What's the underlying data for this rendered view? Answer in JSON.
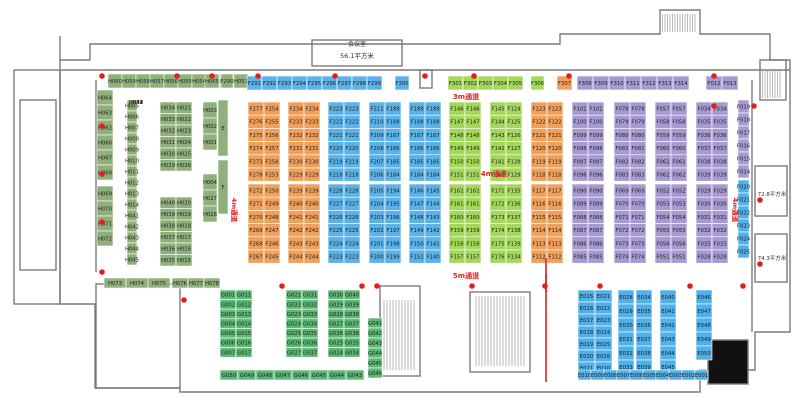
{
  "colors": {
    "H": "#8fb07a",
    "G": "#5cb875",
    "F_orange": "#f0a05a",
    "F_blue": "#5bb2e8",
    "F_green": "#a4d85a",
    "F_purple": "#a79ad2",
    "E": "#4fb0ea",
    "wall": "#7a7a7a",
    "dot": "#e02020",
    "label": "#e02020"
  },
  "labels": {
    "meeting_room": "会议室",
    "meeting_room_area": "56.1平方米",
    "aisle_3m": "3m通道",
    "aisle_4m": "4m通道",
    "aisle_5m": "5m通道",
    "aisle_4m_v1": "4m通道",
    "aisle_4m_v2": "4m通道",
    "area_right_top": "72.8平方米",
    "area_right_mid": "74.3平方米"
  },
  "booth_rows": {
    "h_top": [
      "H060",
      "H059",
      "H058",
      "H057",
      "H056",
      "H055",
      "H054",
      "H053",
      "H052",
      "H051"
    ],
    "h_left": [
      "H064",
      "H063",
      "H062",
      "H066",
      "H067",
      "H068",
      "H069",
      "H070",
      "H071",
      "H072"
    ],
    "h_col1": [
      "H005",
      "H006",
      "H007",
      "H008",
      "H009",
      "H010",
      "H011",
      "H012",
      "H013",
      "H014",
      "H041",
      "H042",
      "H043",
      "H044",
      "H045"
    ],
    "h_col2": [
      "H034",
      "H033",
      "H032",
      "H031",
      "H030",
      "H029",
      "H040",
      "H039",
      "H038",
      "H037",
      "H036",
      "H035"
    ],
    "h_col3": [
      "H021",
      "H022",
      "H023",
      "H024",
      "H025",
      "H026",
      "H020",
      "H019",
      "H018",
      "H017",
      "H016",
      "H015"
    ],
    "h_col4": [
      "H003",
      "H002",
      "H001",
      "H004",
      "H027",
      "H028"
    ],
    "h_bottom": [
      "H073",
      "H074",
      "H075",
      "H076",
      "H077",
      "H078"
    ],
    "f_top_blue": [
      "F291",
      "F292",
      "F293",
      "F294",
      "F295",
      "F296",
      "F297",
      "F298",
      "F299"
    ],
    "f_top_green": [
      "F301",
      "F302",
      "F303",
      "F304",
      "F305"
    ],
    "f_top_purple": [
      "F308",
      "F309",
      "F310",
      "F311",
      "F312",
      "F313",
      "F314"
    ],
    "f_right": [
      "F012",
      "F013"
    ],
    "f_orange_a": [
      "F277",
      "F276",
      "F275",
      "F274",
      "F273",
      "F278",
      "F272",
      "F271",
      "F270",
      "F269",
      "F268",
      "F267"
    ],
    "f_orange_b": [
      "F254",
      "F255",
      "F256",
      "F257",
      "F258",
      "F253",
      "F250",
      "F249",
      "F248",
      "F247",
      "F246",
      "F245"
    ],
    "f_orange_c": [
      "F234",
      "F233",
      "F232",
      "F231",
      "F230",
      "F229",
      "F239",
      "F240",
      "F241",
      "F242",
      "F243",
      "F244"
    ],
    "f_blue_a": [
      "F223",
      "F222",
      "F221",
      "F220",
      "F219",
      "F218",
      "F228",
      "F227",
      "F226",
      "F225",
      "F224",
      "F223"
    ],
    "f_blue_b": [
      "F211",
      "F210",
      "F209",
      "F208",
      "F207",
      "F206",
      "F205",
      "F204",
      "F203",
      "F202",
      "F201",
      "F200"
    ],
    "f_blue_c": [
      "F189",
      "F188",
      "F187",
      "F186",
      "F185",
      "F184",
      "F194",
      "F195",
      "F196",
      "F197",
      "F198",
      "F199"
    ],
    "f_green_a": [
      "F146",
      "F147",
      "F148",
      "F149",
      "F150",
      "F151",
      "F162",
      "F161",
      "F160",
      "F159",
      "F158",
      "F157"
    ],
    "f_green_b": [
      "F145",
      "F144",
      "F143",
      "F142",
      "F141",
      "F140",
      "F171",
      "F172",
      "F173",
      "F174",
      "F175",
      "F176"
    ],
    "f_orange_d": [
      "F124",
      "F125",
      "F126",
      "F127",
      "F128",
      "F129",
      "F135",
      "F136",
      "F137",
      "F138",
      "F139",
      "F134"
    ],
    "f_orange_e": [
      "F123",
      "F122",
      "F121",
      "F120",
      "F119",
      "F118",
      "F117",
      "F116",
      "F115",
      "F114",
      "F113",
      "F112"
    ],
    "f_purple_a": [
      "F101",
      "F100",
      "F099",
      "F098",
      "F097",
      "F096",
      "F090",
      "F089",
      "F088",
      "F087",
      "F086",
      "F085"
    ],
    "f_purple_b": [
      "F078",
      "F079",
      "F080",
      "F081",
      "F082",
      "F083",
      "F069",
      "F070",
      "F071",
      "F072",
      "F073",
      "F074"
    ],
    "f_purple_c": [
      "F057",
      "F058",
      "F059",
      "F060",
      "F061",
      "F062",
      "F052",
      "F053",
      "F054",
      "F055",
      "F056",
      "F051"
    ],
    "f_purple_d": [
      "F034",
      "F035",
      "F036",
      "F037",
      "F038",
      "F039",
      "F029",
      "F030",
      "F031",
      "F032",
      "F033",
      "F028"
    ],
    "g_col1": [
      "G001",
      "G002",
      "G003",
      "G004",
      "G005",
      "G006",
      "G007"
    ],
    "g_col2": [
      "G011",
      "G012",
      "G013",
      "G014",
      "G015",
      "G016",
      "G017"
    ],
    "g_col3": [
      "G021",
      "G022",
      "G023",
      "G024",
      "G025",
      "G026",
      "G027"
    ],
    "g_col4": [
      "G031",
      "G032",
      "G033",
      "G034",
      "G035",
      "G036",
      "G037"
    ],
    "g_right": [
      "G041",
      "G042",
      "G043",
      "G044",
      "G045",
      "G046"
    ],
    "g_bottom": [
      "G050",
      "G049",
      "G048",
      "G047",
      "G046",
      "G045",
      "G044",
      "G043"
    ],
    "e_col1": [
      "E015",
      "E016",
      "E017",
      "E018",
      "E019",
      "E020",
      "E011"
    ],
    "e_col2": [
      "E021",
      "E022",
      "E023",
      "E024",
      "E025",
      "E026",
      "E010"
    ],
    "e_col3": [
      "E028",
      "E029",
      "E030",
      "E031",
      "E032",
      "E033"
    ],
    "e_col4": [
      "E034",
      "E035",
      "E036",
      "E037",
      "E038",
      "E039"
    ],
    "e_col5": [
      "E040",
      "E041",
      "E042",
      "E043",
      "E044",
      "E045"
    ],
    "e_bottom": [
      "E010",
      "E009",
      "E008",
      "E007",
      "E006",
      "E005",
      "E004",
      "E003",
      "E002",
      "E001"
    ],
    "e_right": [
      "E046",
      "E047",
      "E048",
      "E049",
      "E050"
    ],
    "f_right_col": [
      "F019",
      "F018",
      "F017",
      "F016",
      "F015",
      "F014",
      "F020",
      "F021",
      "F022",
      "F023",
      "F024",
      "F025"
    ]
  }
}
